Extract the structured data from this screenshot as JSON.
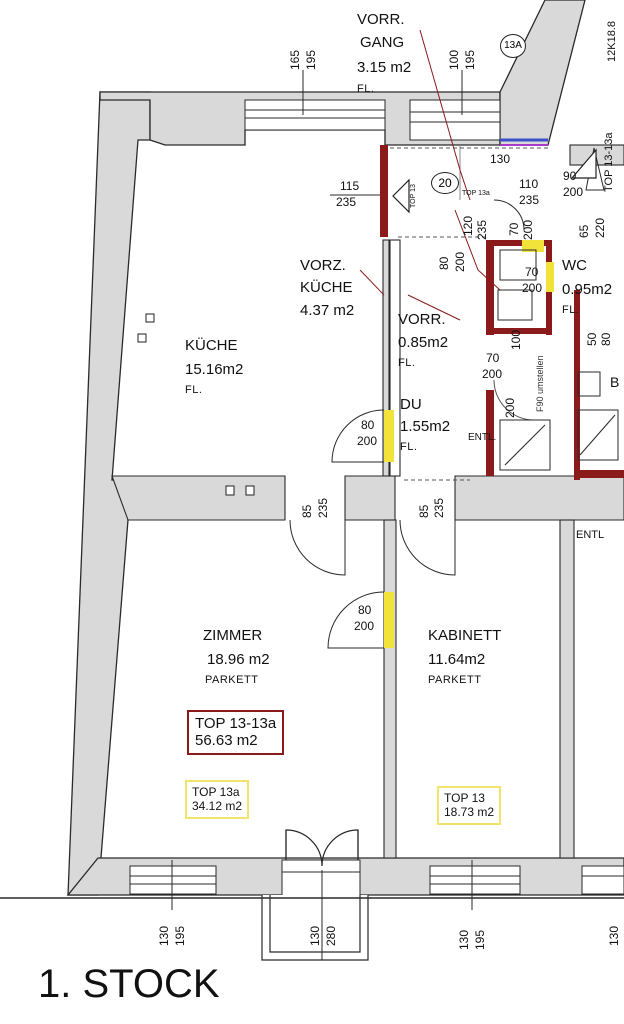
{
  "plan": {
    "floor_title": "1. STOCK",
    "rooms": {
      "vorr_gang": {
        "name_1": "VORR.",
        "name_2": "GANG",
        "area": "3.15 m2",
        "floor": "FL."
      },
      "vorz_kueche": {
        "name_1": "VORZ.",
        "name_2": "KÜCHE",
        "area": "4.37 m2"
      },
      "kueche": {
        "name": "KÜCHE",
        "area": "15.16m2",
        "floor": "FL."
      },
      "vorr": {
        "name": "VORR.",
        "area": "0.85m2",
        "floor": "FL."
      },
      "du": {
        "name": "DU",
        "area": "1.55m2",
        "floor": "FL."
      },
      "wc": {
        "name": "WC",
        "area": "0.95m2",
        "floor": "FL."
      },
      "zimmer": {
        "name": "ZIMMER",
        "area": "18.96 m2",
        "floor": "PARKETT"
      },
      "kabinett": {
        "name": "KABINETT",
        "area": "11.64m2",
        "floor": "PARKETT"
      }
    },
    "tops": {
      "top_13_13a": {
        "label": "TOP 13-13a",
        "area": "56.63 m2"
      },
      "top_13a": {
        "label": "TOP 13a",
        "area": "34.12 m2"
      },
      "top_13": {
        "label": "TOP 13",
        "area": "18.73 m2"
      }
    },
    "markers": {
      "m20": "20",
      "m13a": "13A"
    },
    "labels": {
      "top13_small": "TOP 13",
      "top13a_small": "TOP 13a",
      "top13_right": "TOP 13-13a",
      "entl1": "ENTL.",
      "entl2": "ENTL",
      "f90": "F90 umstellen",
      "b": "B",
      "right_edge": "12K18.8"
    },
    "dims": {
      "d165_195_t": "165",
      "d165_195_b": "195",
      "d100_195_t": "100",
      "d100_195_b": "195",
      "d130_top": "130",
      "d115": "115",
      "d235a": "235",
      "d110": "110",
      "d235b": "235",
      "d90": "90",
      "d200a": "200",
      "d65": "65",
      "d220": "220",
      "d120": "120",
      "d235c": "235",
      "d80": "80",
      "d200b": "200",
      "d70a": "70",
      "d200c": "200",
      "d70b": "70",
      "d200d": "200",
      "d70c": "70",
      "d200e": "200",
      "d50": "50",
      "d80b": "80",
      "d80c": "80",
      "d200f": "200",
      "d85a": "85",
      "d235d": "235",
      "d85b": "85",
      "d235e": "235",
      "d80d": "80",
      "d200g": "200",
      "d200h": "200",
      "d100": "100",
      "b130_195_t": "130",
      "b130_195_b": "195",
      "b130_280_t": "130",
      "b130_280_b": "280",
      "b130_195b_t": "130",
      "b130_195b_b": "195",
      "b130_edge": "130"
    },
    "colors": {
      "wall": "#d9d9d9",
      "wall_stroke": "#2a2a2a",
      "red_wall": "#8b1a1a",
      "door_yellow": "#f2e33a",
      "blue": "#3a4fc8",
      "purple": "#a63cc8",
      "marker_red": "#8b1a1a"
    }
  }
}
